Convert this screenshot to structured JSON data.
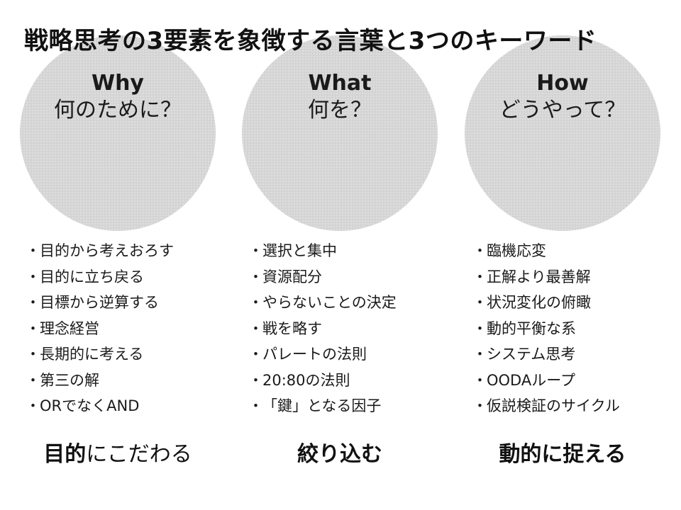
{
  "title": "戦略思考の3要素を象徴する言葉と3つのキーワード",
  "bullet_glyph": "・",
  "columns": [
    {
      "heading_en": "Why",
      "heading_ja": "何のために？",
      "items": [
        "目的から考えおろす",
        "目的に立ち戻る",
        "目標から逆算する",
        "理念経営",
        "長期的に考える",
        "第三の解",
        "ORでなくAND"
      ],
      "keyword_bold": "目的",
      "keyword_rest": "にこだわる"
    },
    {
      "heading_en": "What",
      "heading_ja": "何を？",
      "items": [
        "選択と集中",
        "資源配分",
        "やらないことの決定",
        "戦を略す",
        "パレートの法則",
        "20:80の法則",
        "「鍵」となる因子"
      ],
      "keyword_bold": "絞り込む",
      "keyword_rest": ""
    },
    {
      "heading_en": "How",
      "heading_ja": "どうやって？",
      "items": [
        "臨機応変",
        "正解より最善解",
        "状況変化の俯瞰",
        "動的平衡な系",
        "システム思考",
        "OODAループ",
        "仮説検証のサイクル"
      ],
      "keyword_bold": "動的に捉える",
      "keyword_rest": ""
    }
  ]
}
